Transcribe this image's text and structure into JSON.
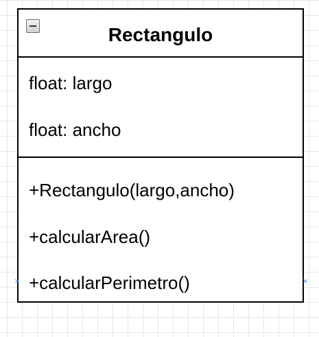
{
  "class": {
    "name": "Rectangulo",
    "attributes": [
      "float: largo",
      "float: ancho"
    ],
    "methods": [
      "+Rectangulo(largo,ancho)",
      "+calcularArea()",
      "+calcularPerimetro()"
    ]
  },
  "icons": {
    "collapse": "collapse-minus-icon",
    "handle": "connection-point-x-icon"
  },
  "colors": {
    "border": "#000000",
    "grid": "#e6e6e6",
    "handle": "#4a90e2"
  }
}
